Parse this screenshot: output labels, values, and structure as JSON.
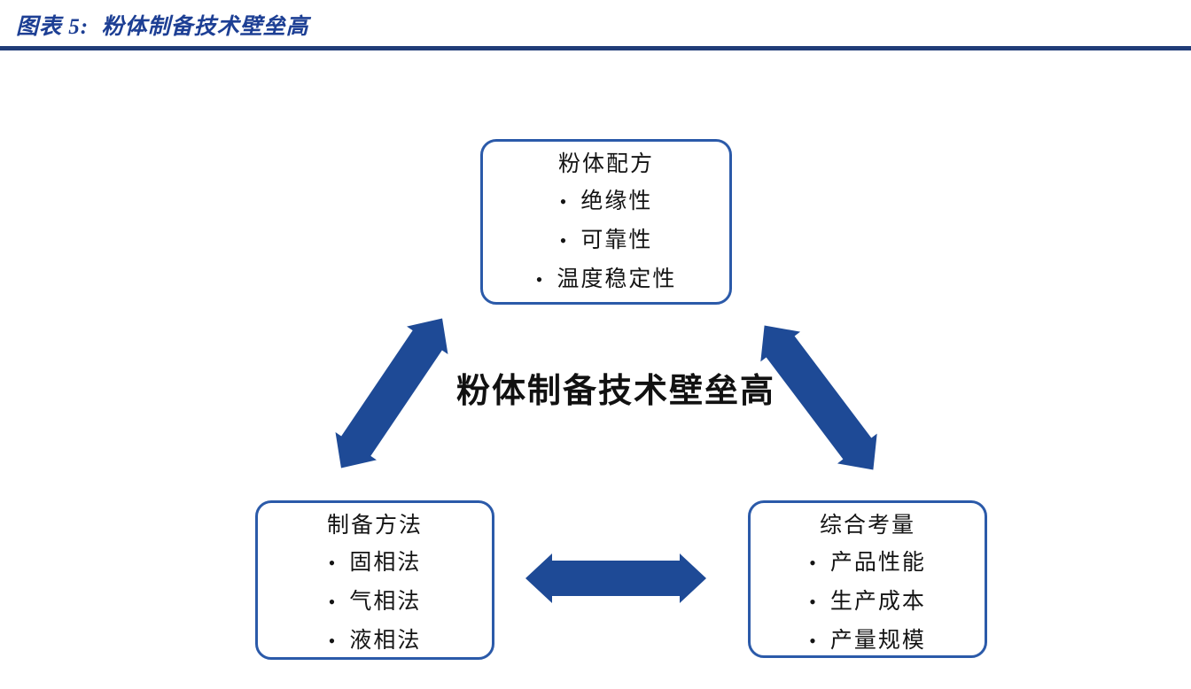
{
  "caption": {
    "label": "图表 5:  粉体制备技术壁垒高"
  },
  "diagram": {
    "center_label": "粉体制备技术壁垒高",
    "bullet": "•",
    "boxes": {
      "top": {
        "title": "粉体配方",
        "items": [
          "绝缘性",
          "可靠性",
          "温度稳定性"
        ]
      },
      "bottom_left": {
        "title": "制备方法",
        "items": [
          "固相法",
          "气相法",
          "液相法"
        ]
      },
      "bottom_right": {
        "title": "综合考量",
        "items": [
          "产品性能",
          "生产成本",
          "产量规模"
        ]
      }
    },
    "arrows": [
      "top-box to bottom-left-box (double-headed)",
      "top-box to bottom-right-box (double-headed)",
      "bottom-left-box to bottom-right-box (double-headed)"
    ]
  },
  "colors": {
    "caption_text": "#1D3F94",
    "rule": "#203C78",
    "box_border": "#2B5AA9",
    "arrow_fill": "#1E4A96",
    "body_text": "#141414"
  }
}
